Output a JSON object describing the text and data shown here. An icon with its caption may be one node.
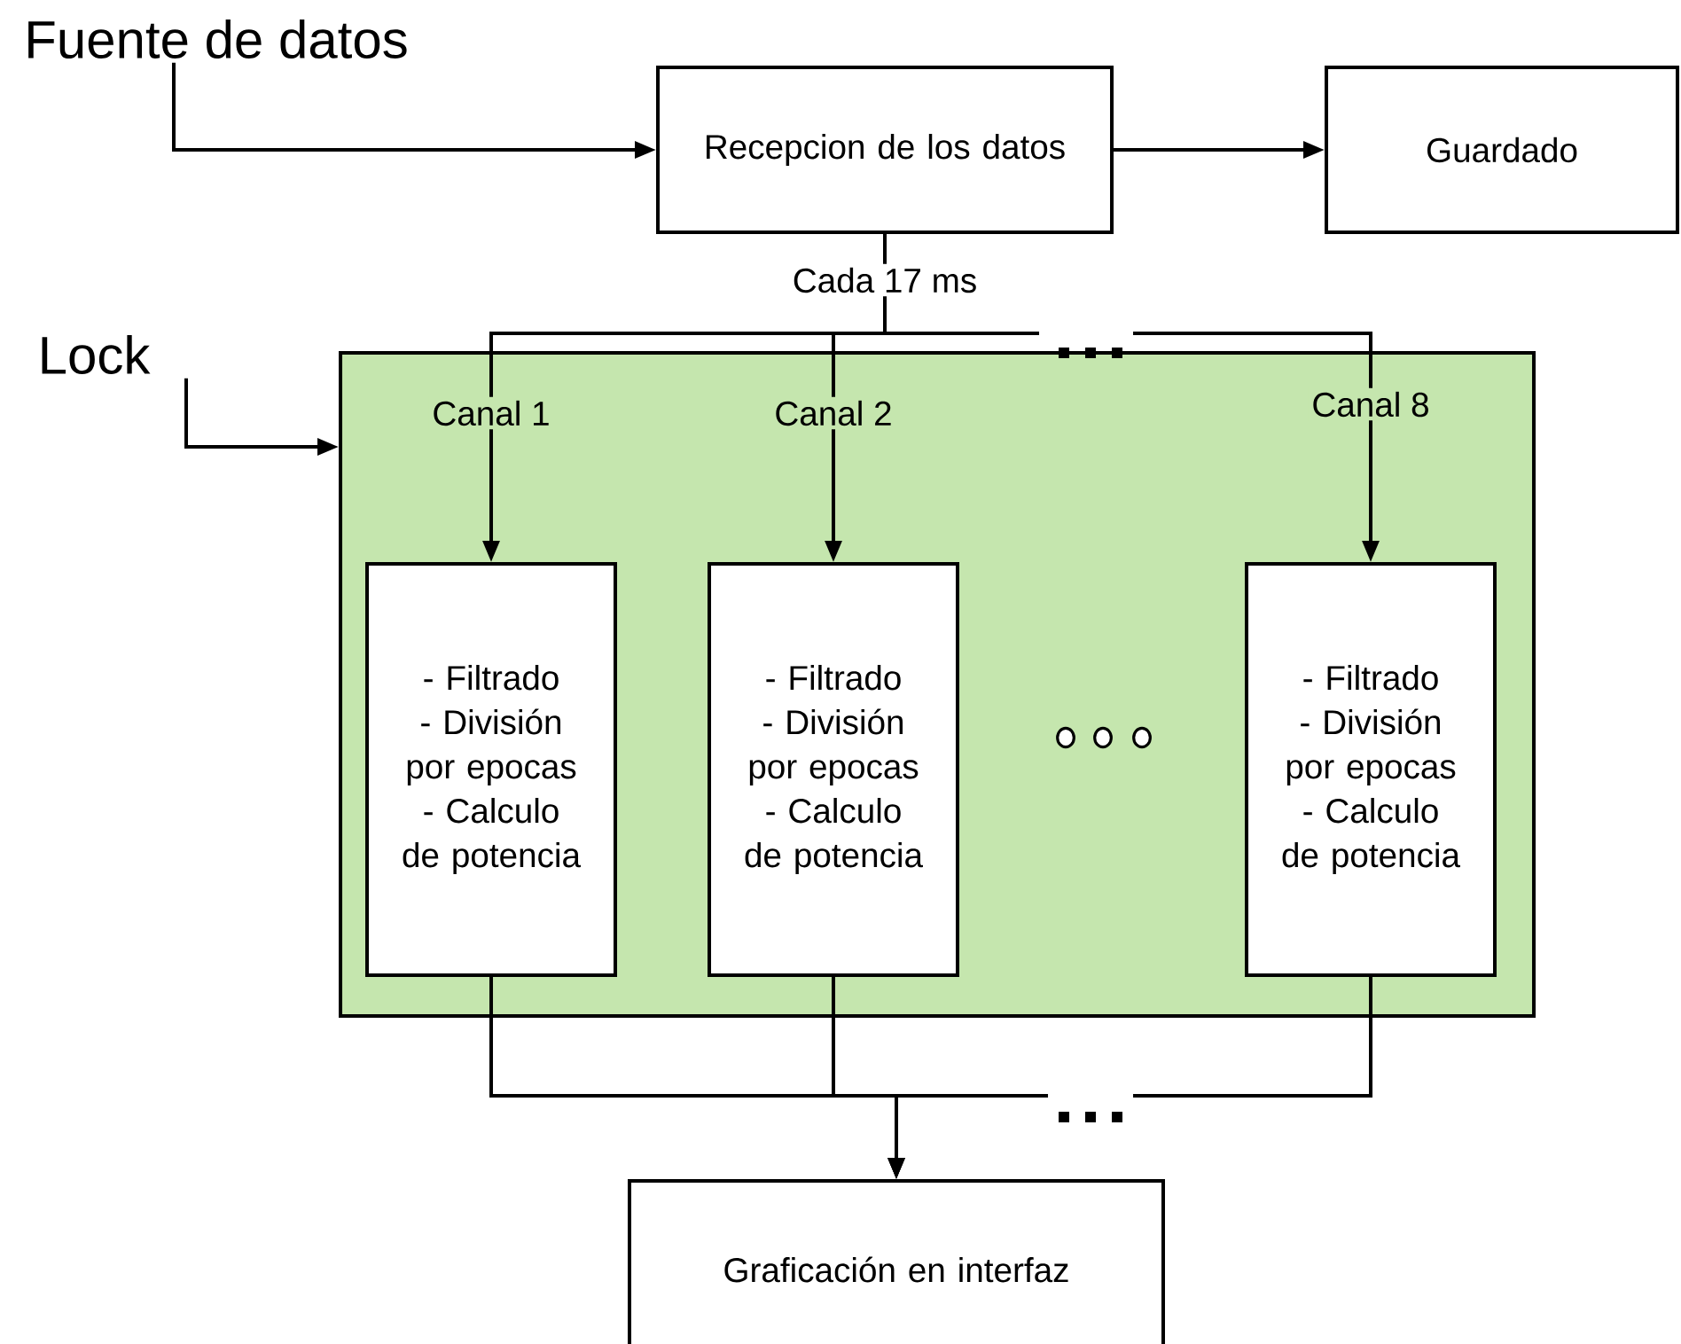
{
  "diagram": {
    "nodes": [
      {
        "text": [
          "Fuente de datos"
        ]
      },
      {
        "text": [
          "Recepcion de los datos"
        ]
      },
      {
        "text": [
          "Guardado"
        ]
      },
      {
        "text": [
          "Lock"
        ]
      },
      {
        "text": [],
        "shape": "box"
      },
      {
        "text": [
          "- Filtrado",
          "- División por epocas",
          "- Calculo de potencia"
        ],
        "in": 4
      },
      {
        "text": [
          "- Filtrado",
          "- División por epocas",
          "- Calculo de potencia"
        ],
        "in": 4
      },
      {
        "text": [
          "- Filtrado",
          "- División por epocas",
          "- Calculo de potencia"
        ],
        "in": 4
      },
      {
        "text": [
          "Graficación en interfaz"
        ]
      }
    ],
    "edges": [
      {
        "from": 0,
        "to": 1,
        "arrow": "to"
      },
      {
        "from": 1,
        "to": 2,
        "arrow": "to"
      },
      {
        "from": 3,
        "to": 4,
        "arrow": "to"
      },
      {
        "from": 1,
        "to": 5,
        "arrow": "to",
        "label": "Canal 1"
      },
      {
        "from": 1,
        "to": 6,
        "arrow": "to",
        "label": "Canal 2"
      },
      {
        "from": 1,
        "to": 7,
        "arrow": "to",
        "label": "Canal 8"
      },
      {
        "from": 5,
        "to": 8,
        "arrow": "to"
      },
      {
        "from": 6,
        "to": 8,
        "arrow": "to"
      },
      {
        "from": 7,
        "to": 8,
        "arrow": "to"
      }
    ],
    "labels": [
      "Cada 17 ms"
    ]
  }
}
